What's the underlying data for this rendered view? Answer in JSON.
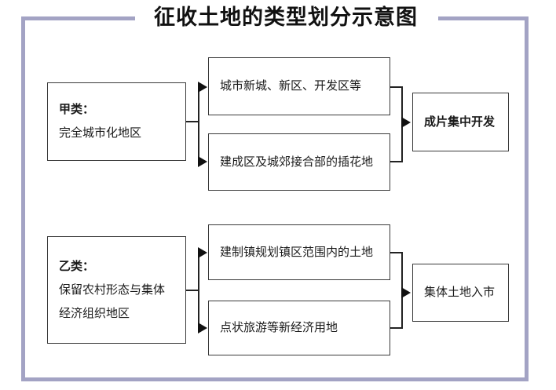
{
  "diagram": {
    "title": "征收土地的类型划分示意图",
    "frame_color": "#a3a3c4",
    "box_border_color": "#3a3a3a",
    "connector_color": "#222222"
  },
  "categories": [
    {
      "id": "cat-a",
      "head": "甲类：",
      "desc_lines": [
        "完全城市化地区"
      ],
      "children": [
        "城市新城、新区、开发区等",
        "建成区及城郊接合部的插花地"
      ],
      "result": "成片集中开发"
    },
    {
      "id": "cat-b",
      "head": "乙类：",
      "desc_lines": [
        "保留农村形态与集体",
        "经济组织地区"
      ],
      "children": [
        "建制镇规划镇区范围内的土地",
        "点状旅游等新经济用地"
      ],
      "result": "集体土地入市"
    }
  ]
}
